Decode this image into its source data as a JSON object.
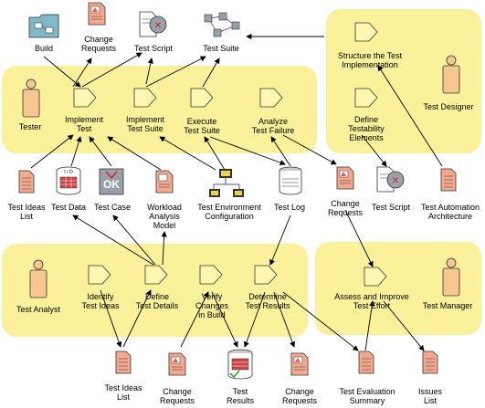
{
  "colors": {
    "zone": "#fbf19a",
    "actor": "#f6c890",
    "activity": "#fff6b0",
    "artifact": "#f4a98e",
    "folder": "#7fb9c9",
    "line": "#000000"
  },
  "roles": {
    "tester": "Tester",
    "designer": "Test Designer",
    "analyst": "Test Analyst",
    "manager": "Test Manager"
  },
  "activities": {
    "implement_test": "Implement\nTest",
    "implement_suite": "Implement\nTest Suite",
    "execute_suite": "Execute\nTest Suite",
    "analyze_failure": "Analyze\nTest Failure",
    "structure_impl": "Structure the Test\nImplementation",
    "define_testability": "Define\nTestability\nElements",
    "identify_ideas": "Identify\nTest Ideas",
    "define_details": "Define\nTest Details",
    "verify_changes": "Verify\nChanges\nin Build",
    "determine_results": "Determine\nTest Results",
    "assess_improve": "Assess and Improve\nTest Effort"
  },
  "artifacts": {
    "build": "Build",
    "change_requests_top": "Change\nRequests",
    "test_script_top": "Test Script",
    "test_suite_top": "Test Suite",
    "test_ideas_list": "Test Ideas\nList",
    "test_data": "Test Data",
    "test_case": "Test Case",
    "workload_model": "Workload\nAnalysis\nModel",
    "test_env_config": "Test Environment\nConfiguration",
    "test_log": "Test Log",
    "change_requests_mid": "Change\nRequests",
    "test_script_mid": "Test Script",
    "test_automation_arch": "Test Automation\nArchitecture",
    "test_ideas_list_bottom": "Test Ideas\nList",
    "change_requests_bottom1": "Change\nRequests",
    "test_results": "Test\nResults",
    "change_requests_bottom2": "Change\nRequests",
    "test_eval_summary": "Test Evaluation\nSummary",
    "issues_list": "Issues\nList"
  }
}
